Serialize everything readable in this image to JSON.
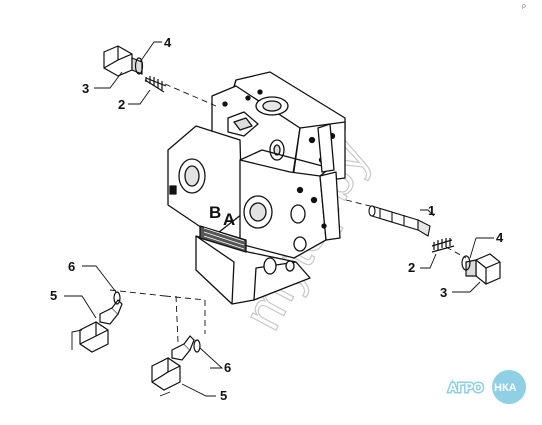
{
  "diagram": {
    "callouts": [
      "1",
      "2",
      "3",
      "4",
      "5",
      "6"
    ],
    "port_labels": {
      "b": "B",
      "a": "A"
    },
    "watermark": "mytopby",
    "corner_mark": "P",
    "logo": {
      "left_text": "АГРО",
      "bubble_text": "НКА"
    },
    "colors": {
      "line": "#111111",
      "watermark": "#c9c9c9",
      "logo": "#8fd0e4"
    }
  }
}
